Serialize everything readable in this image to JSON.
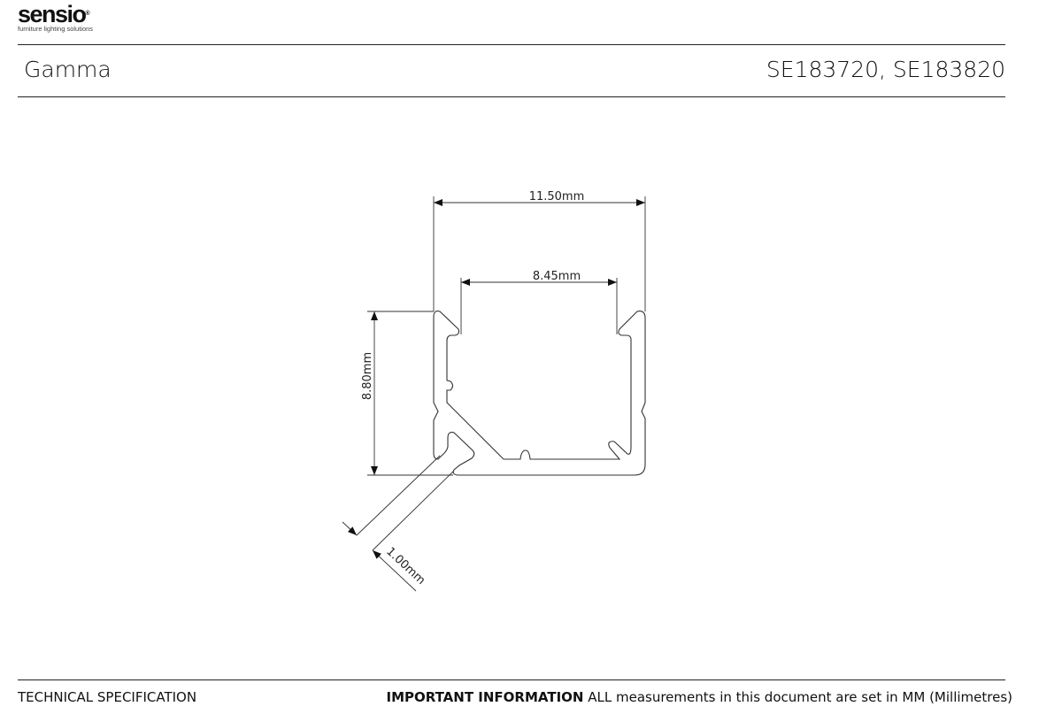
{
  "brand": {
    "name": "sensio",
    "tagline": "furniture lighting solutions",
    "accent": "#7dc242"
  },
  "header": {
    "product_name": "Gamma",
    "product_codes": "SE183720, SE183820"
  },
  "drawing": {
    "dimensions": {
      "outer_width": "11.50mm",
      "inner_width": "8.45mm",
      "height": "8.80mm",
      "thickness": "1.00mm"
    }
  },
  "footer": {
    "left": "TECHNICAL SPECIFICATION",
    "important_label": "IMPORTANT INFORMATION",
    "important_text": " ALL measurements in this document are set in MM (Millimetres)"
  }
}
